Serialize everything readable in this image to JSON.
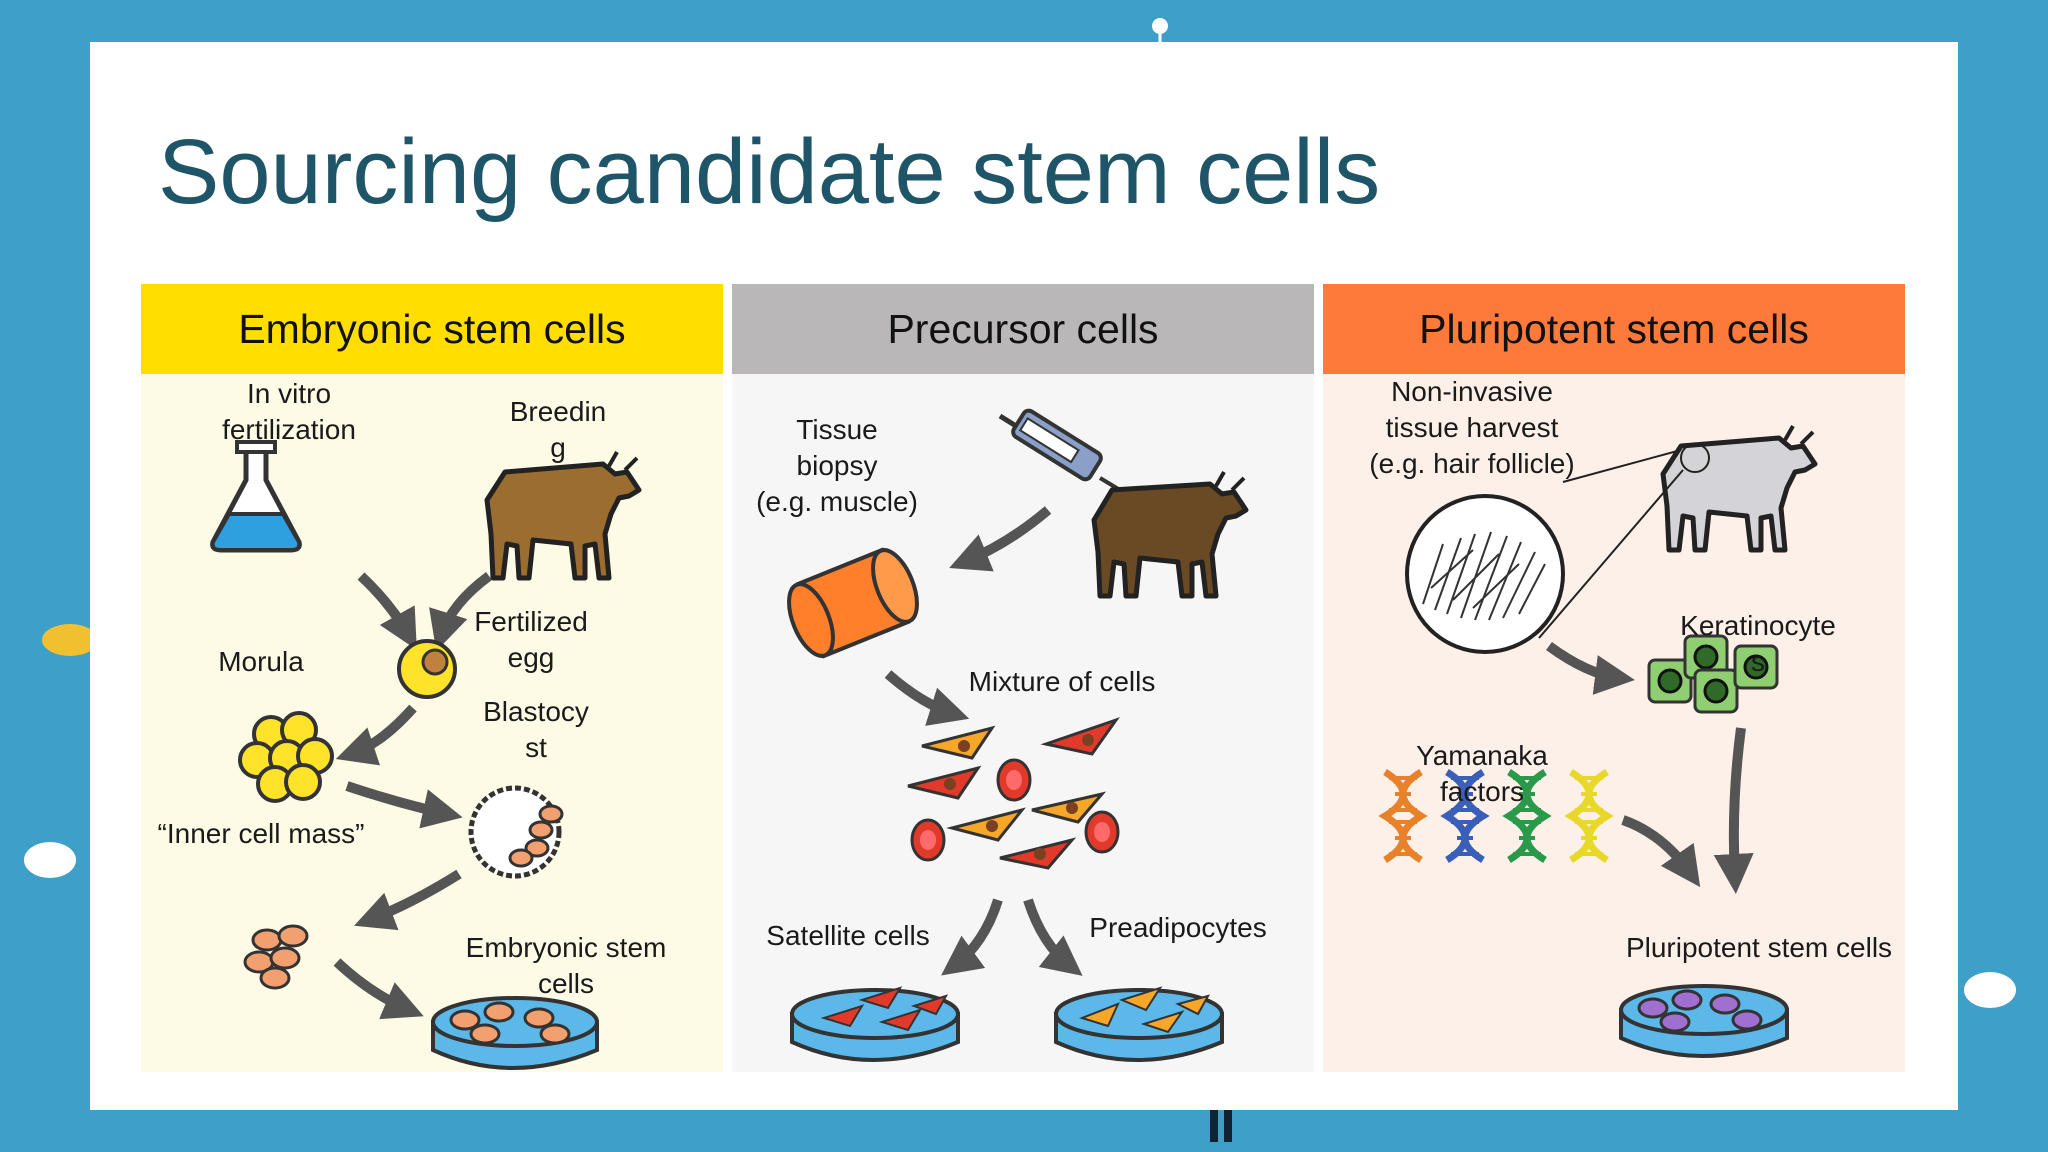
{
  "slide": {
    "title": "Sourcing candidate stem cells"
  },
  "columns": [
    {
      "heading": "Embryonic stem cells",
      "header_color": "#ffde00",
      "body_color": "#fdfbe6",
      "labels": {
        "ivf": "In vitro\nfertilization",
        "breeding": "Breedin\ng",
        "fertilized_egg": "Fertilized\negg",
        "morula": "Morula",
        "blastocyst": "Blastocy\nst",
        "inner_cell_mass": "“Inner cell mass”",
        "esc": "Embryonic stem\ncells"
      }
    },
    {
      "heading": "Precursor cells",
      "header_color": "#b9b7b7",
      "body_color": "#f6f6f6",
      "labels": {
        "biopsy": "Tissue\nbiopsy\n(e.g. muscle)",
        "mixture": "Mixture of cells",
        "satellite": "Satellite cells",
        "preadipocytes": "Preadipocytes"
      }
    },
    {
      "heading": "Pluripotent stem cells",
      "header_color": "#fd7a3a",
      "body_color": "#fdf0e8",
      "labels": {
        "harvest": "Non-invasive\ntissue harvest\n(e.g. hair follicle)",
        "keratinocytes": "Keratinocyte\ns",
        "yamanaka": "Yamanaka\nfactors",
        "ipsc": "Pluripotent stem cells"
      }
    }
  ],
  "colors": {
    "page_bg": "#3e9fc8",
    "title": "#1f5568",
    "dish": "#5bb8e8",
    "cow_brown": "#9c6d30",
    "cow_dark": "#6a4a25",
    "cow_grey": "#d4d4d8",
    "flask_liquid": "#2ea0e0",
    "egg_yellow": "#ffe22a",
    "muscle_orange": "#ff7f2a",
    "cell_red": "#e23a2a",
    "cell_orange": "#f6a72a",
    "kerat_green": "#8fcf72"
  },
  "icons": [
    "flask-icon",
    "cow-icon",
    "egg-icon",
    "morula-icon",
    "blastocyst-icon",
    "inner-cell-mass-icon",
    "petri-dish-icon",
    "syringe-icon",
    "muscle-biopsy-icon",
    "mixed-cells-icon",
    "hair-follicle-zoom-icon",
    "keratinocyte-icon",
    "dna-helix-icon",
    "arrow-icon"
  ]
}
